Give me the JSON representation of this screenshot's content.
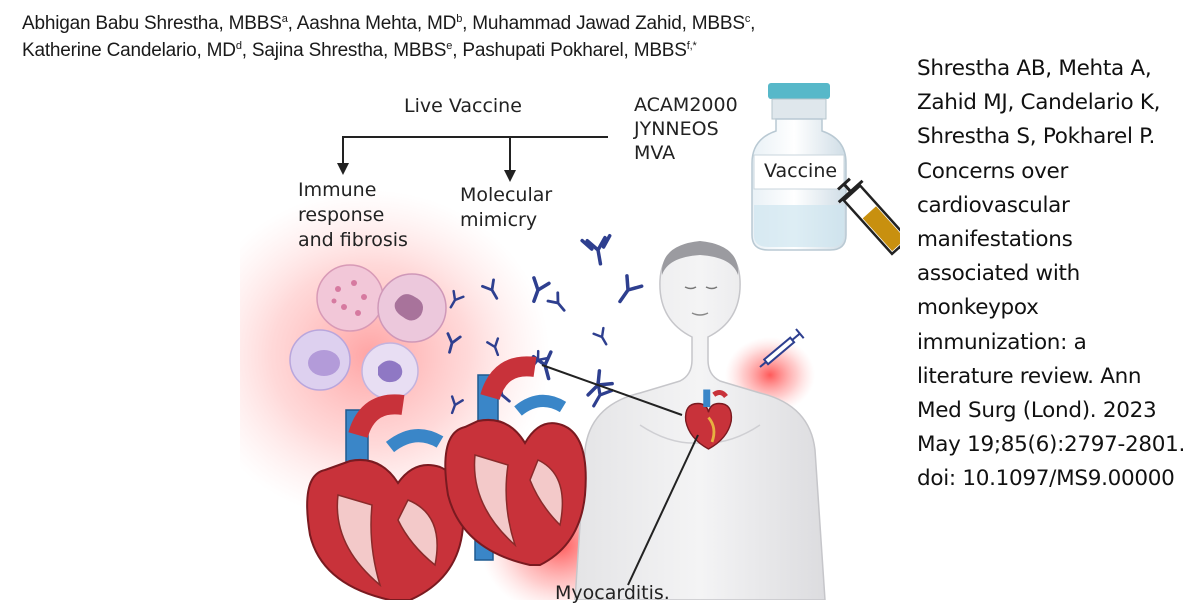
{
  "authors": [
    {
      "name": "Abhigan Babu Shrestha, MBBS",
      "sup": "a",
      "sep": ", "
    },
    {
      "name": "Aashna Mehta, MD",
      "sup": "b",
      "sep": ", "
    },
    {
      "name": "Muhammad Jawad Zahid, MBBS",
      "sup": "c",
      "sep": ","
    },
    {
      "name": "Katherine Candelario, MD",
      "sup": "d",
      "sep": ", "
    },
    {
      "name": "Sajina Shrestha, MBBS",
      "sup": "e",
      "sep": ", "
    },
    {
      "name": "Pashupati Pokharel, MBBS",
      "sup": "f,*",
      "sep": ""
    }
  ],
  "citation": "Shrestha AB, Mehta A, Zahid MJ, Candelario K, Shrestha S, Pokharel P. Concerns over cardiovascular manifestations associated with monkeypox immunization: a literature review. Ann Med Surg (Lond). 2023 May 19;85(6):2797-2801. doi: 10.1097/MS9.00000",
  "figure": {
    "live_vaccine": "Live Vaccine",
    "vaccines": "ACAM2000\nJYNNEOS\nMVA",
    "immune_response": "Immune\nresponse\nand fibrosis",
    "molecular_mimicry": "Molecular\nmimicry",
    "vial_label": "Vaccine",
    "myocarditis": "Myocarditis."
  },
  "colors": {
    "heart_red": "#c8323a",
    "vessel_blue": "#3a86c8",
    "antibody_blue": "#2e3f8f",
    "glow_red": "#ff4a4a",
    "vial_cap": "#57b8c9",
    "syringe_fluid": "#c8900f"
  }
}
